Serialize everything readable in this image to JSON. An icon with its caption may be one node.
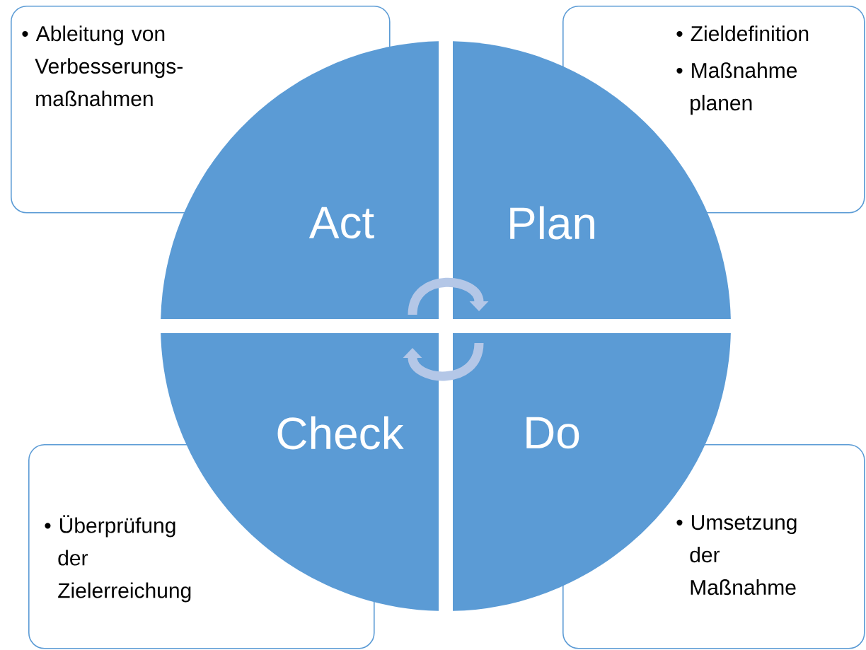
{
  "diagram": {
    "nodes": [
      {
        "text": [
          "• Ableitung von Verbesserungs-maßnahmen"
        ]
      },
      {
        "text": [
          "• Zieldefinition",
          "• Maßnahme planen"
        ]
      },
      {
        "text": [
          "Act"
        ]
      },
      {
        "text": [
          "Plan"
        ]
      },
      {
        "text": [
          "Check"
        ]
      },
      {
        "text": [
          "Do"
        ]
      },
      {
        "text": [
          "• Überprüfung der Zielerreichung"
        ]
      },
      {
        "text": [
          "• Umsetzung der Maßnahme"
        ]
      }
    ],
    "edges": [
      {
        "from": 2,
        "to": 3,
        "arrow": "to"
      },
      {
        "from": 5,
        "to": 4,
        "arrow": "to"
      }
    ]
  }
}
